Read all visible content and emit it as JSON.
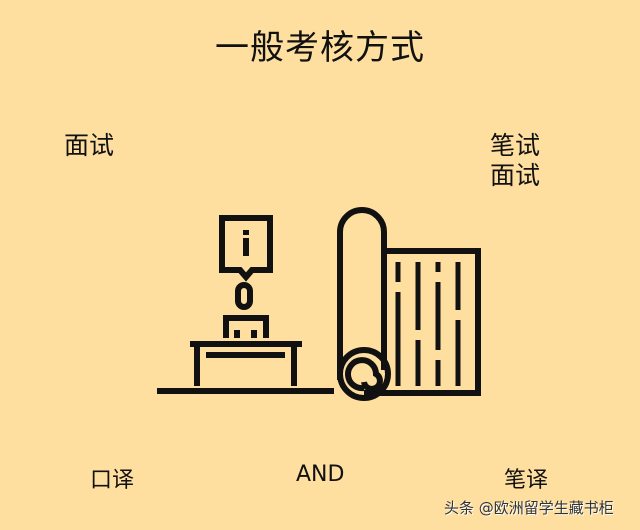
{
  "title": "一般考核方式",
  "left_top": {
    "line1": "面试"
  },
  "right_top": {
    "line1": "笔试",
    "line2": "面试"
  },
  "bottom": {
    "left": "口译",
    "middle": "AND",
    "right": "笔译"
  },
  "watermark": "头条 @欧洲留学生藏书柜",
  "colors": {
    "background": "#fedf9f",
    "ink": "#111111"
  },
  "icons": {
    "interpreter": "interpreter-podium-icon",
    "scroll": "scroll-document-icon"
  }
}
